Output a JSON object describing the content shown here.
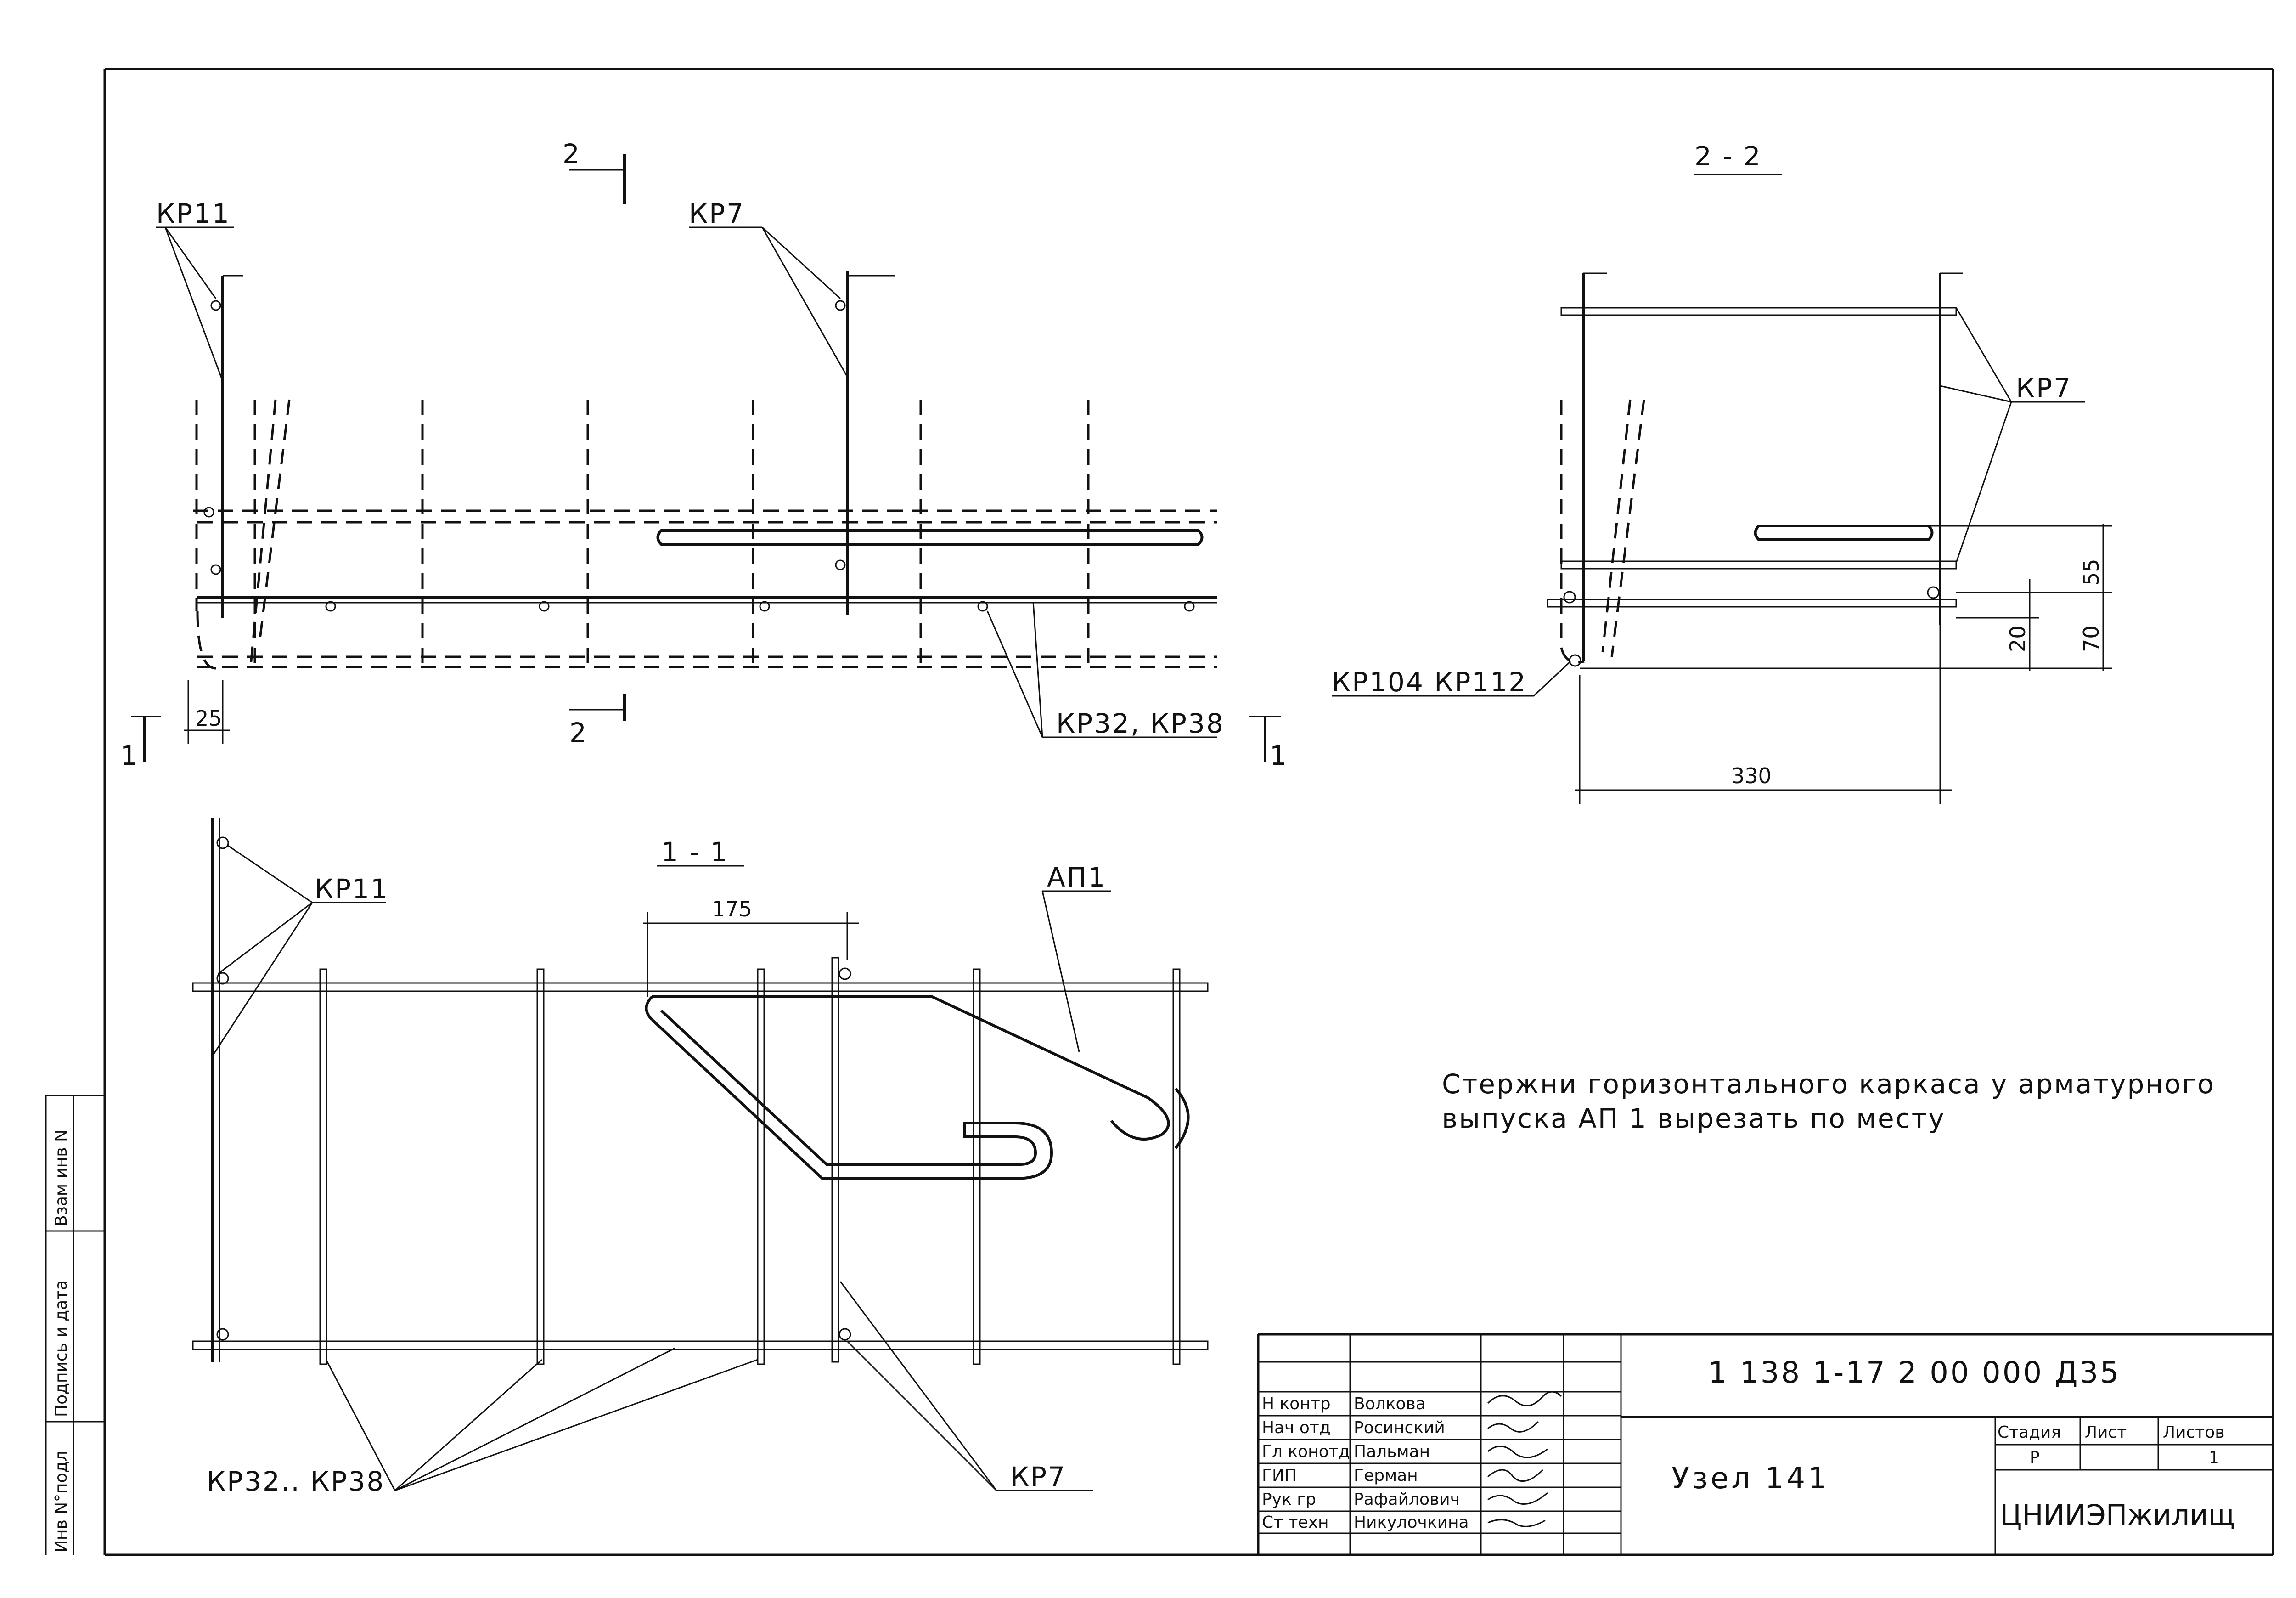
{
  "sections": {
    "cut_2_top": "2",
    "cut_2_bottom": "2",
    "cut_1_left": "1",
    "cut_1_right": "1",
    "section_1_1": "1 - 1",
    "section_2_2": "2 - 2"
  },
  "labels": {
    "kp11_top": "КР11",
    "kp7_top": "КР7",
    "kp32_kp38_top": "КР32, КР38",
    "kp11_bottom": "КР11",
    "ap1": "АП1",
    "kp32_kp38_bottom": "КР32.. КР38",
    "kp7_bottom": "КР7",
    "kp7_section": "КР7",
    "kp104_kp112": "КР104  КР112"
  },
  "dimensions": {
    "d25": "25",
    "d175": "175",
    "d55": "55",
    "d20": "20",
    "d70": "70",
    "d330": "330"
  },
  "note": {
    "line1": "Стержни горизонтального каркаса у арматурного",
    "line2": "выпуска АП 1 вырезать по месту"
  },
  "side_stamp": {
    "col1": "Инв N°подл",
    "col2": "Подпись и дата",
    "col3": "Взам инв N"
  },
  "title_block": {
    "doc_code": "1 138 1-17 2 00 000 Д35",
    "title": "Узел 141",
    "org": "ЦНИИЭПжилищ",
    "stage_header": "Стадия",
    "sheet_header": "Лист",
    "sheets_header": "Листов",
    "stage_value": "Р",
    "sheets_value": "1",
    "roles": [
      {
        "role": "Н контр",
        "name": "Волкова"
      },
      {
        "role": "Нач отд",
        "name": "Росинский"
      },
      {
        "role": "Гл конотд",
        "name": "Пальман"
      },
      {
        "role": "ГИП",
        "name": "Герман"
      },
      {
        "role": "Рук гр",
        "name": "Рафайлович"
      },
      {
        "role": "Ст техн",
        "name": "Никулочкина"
      }
    ]
  }
}
